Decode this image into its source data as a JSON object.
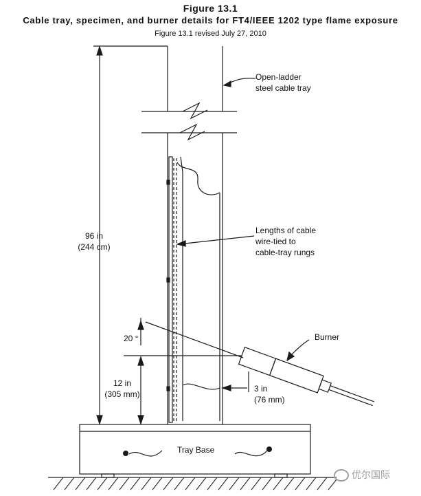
{
  "figure": {
    "title": "Figure 13.1",
    "subtitle": "Cable tray, specimen, and burner details for FT4/IEEE 1202 type flame exposure",
    "revision": "Figure 13.1 revised July 27, 2010"
  },
  "labels": {
    "tray": [
      "Open-ladder",
      "steel cable tray"
    ],
    "cables": [
      "Lengths of cable",
      "wire-tied to",
      "cable-tray rungs"
    ],
    "height": [
      "96 in",
      "(244 cm)"
    ],
    "angle": "20 °",
    "burner_height": [
      "12 in",
      "(305 mm)"
    ],
    "distance": [
      "3 in",
      "(76 mm)"
    ],
    "burner": "Burner",
    "base": "Tray Base"
  },
  "watermark": "优尔国际",
  "colors": {
    "line": "#1a1a1a",
    "hatch": "#333333",
    "watermark": "#9aa0a6"
  }
}
